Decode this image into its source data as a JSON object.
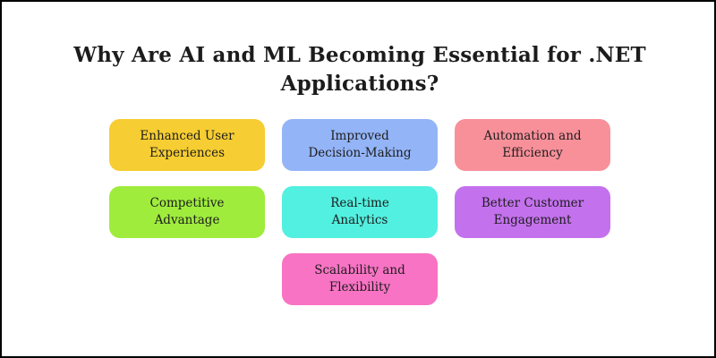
{
  "title": {
    "text": "Why Are AI and ML Becoming Essential for .NET Applications?",
    "lines": [
      "Why Are AI and ML Becoming Essential for .NET",
      "Applications?"
    ]
  },
  "colors": {
    "canvas_background": "#ffffff",
    "canvas_border": "#000000",
    "title_text": "#1c1c1c",
    "card_text": "#1d1d1d"
  },
  "cards": [
    {
      "label": "Enhanced User Experiences",
      "lines": [
        "Enhanced User",
        "Experiences"
      ],
      "color": "#F6CD32"
    },
    {
      "label": "Improved Decision-Making",
      "lines": [
        "Improved",
        "Decision-Making"
      ],
      "color": "#93B4F7"
    },
    {
      "label": "Automation and Efficiency",
      "lines": [
        "Automation and",
        "Efficiency"
      ],
      "color": "#F8909A"
    },
    {
      "label": "Competitive Advantage",
      "lines": [
        "Competitive",
        "Advantage"
      ],
      "color": "#9FEC3D"
    },
    {
      "label": "Real-time Analytics",
      "lines": [
        "Real-time",
        "Analytics"
      ],
      "color": "#52F0E0"
    },
    {
      "label": "Better Customer Engagement",
      "lines": [
        "Better Customer",
        "Engagement"
      ],
      "color": "#C471EE"
    },
    {
      "label": "Scalability and Flexibility",
      "lines": [
        "Scalability and",
        "Flexibility"
      ],
      "color": "#F873C4"
    }
  ]
}
